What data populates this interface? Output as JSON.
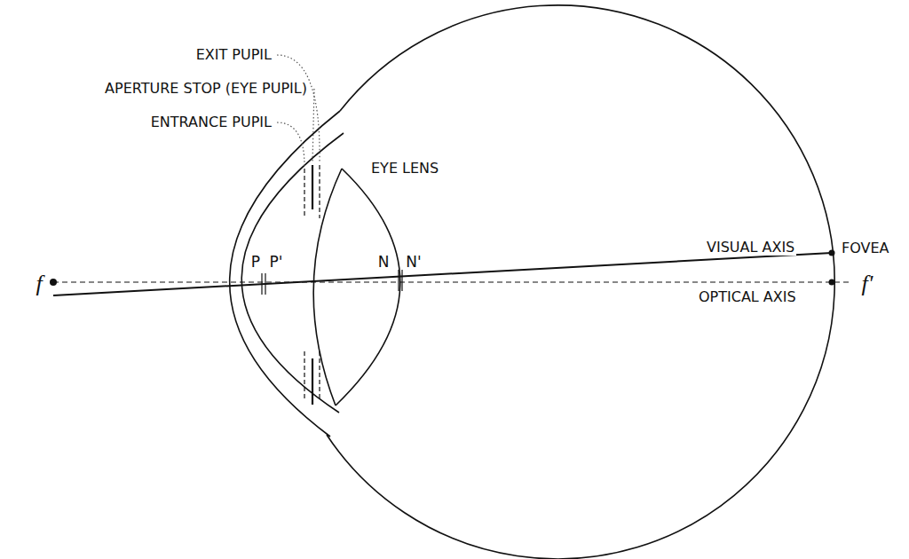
{
  "diagram": {
    "labels": [
      "EXIT PUPIL",
      "APERTURE STOP (EYE PUPIL)",
      "ENTRANCE PUPIL",
      "EYE LENS",
      "P",
      "P'",
      "N",
      "N'",
      "VISUAL AXIS",
      "FOVEA",
      "OPTICAL AXIS",
      "f",
      "f'"
    ]
  }
}
